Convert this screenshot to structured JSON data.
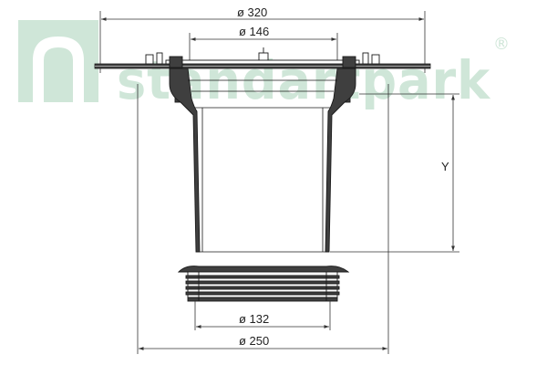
{
  "watermark": {
    "brand_text": "standartpark",
    "registered_mark": "®",
    "color": "#cfe6d8"
  },
  "dimensions": {
    "outer_flange_diameter": "ø 320",
    "inner_opening_diameter": "ø 146",
    "outlet_diameter": "ø 132",
    "body_diameter": "ø 250",
    "height_label": "Y"
  },
  "colors": {
    "line": "#1a1a1a",
    "section_fill": "#3f3f3f",
    "dimension_line": "#333333"
  }
}
